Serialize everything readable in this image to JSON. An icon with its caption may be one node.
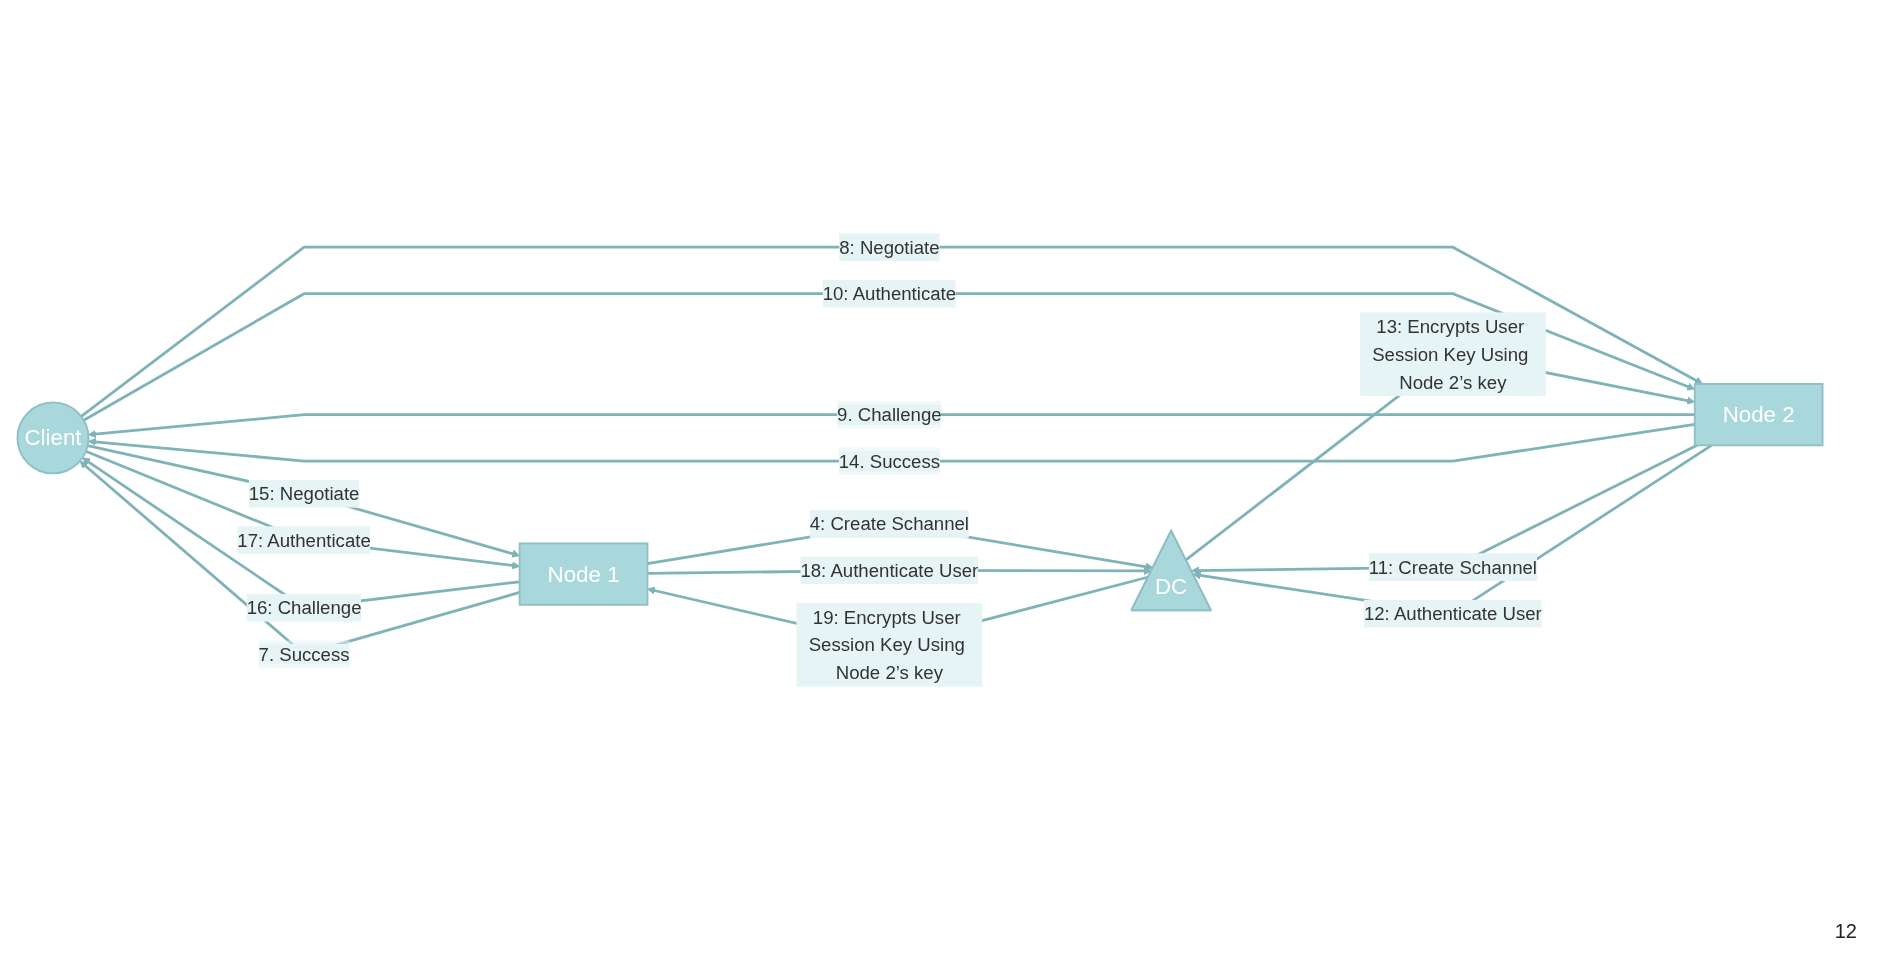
{
  "diagram": {
    "nodes": [
      {
        "text": [
          "Client"
        ]
      },
      {
        "text": [
          "Node 1"
        ]
      },
      {
        "text": [
          "Node 2"
        ]
      },
      {
        "text": [
          "DC"
        ]
      }
    ],
    "edges": [
      {
        "from": 0,
        "to": 1,
        "arrow": "to",
        "label": "15: Negotiate"
      },
      {
        "from": 1,
        "to": 0,
        "arrow": "to",
        "label": "16: Challenge"
      },
      {
        "from": 0,
        "to": 1,
        "arrow": "to",
        "label": "17: Authenticate"
      },
      {
        "from": 1,
        "to": 0,
        "arrow": "to",
        "label": "7. Success"
      },
      {
        "from": 1,
        "to": 3,
        "arrow": "to",
        "label": "4:  Create Schannel"
      },
      {
        "from": 1,
        "to": 3,
        "arrow": "to",
        "label": "18: Authenticate User"
      },
      {
        "from": 3,
        "to": 1,
        "arrow": "to",
        "label": "19: Encrypts User Session Key Using Node 2’s key"
      },
      {
        "from": 0,
        "to": 2,
        "arrow": "to",
        "label": "8: Negotiate"
      },
      {
        "from": 2,
        "to": 0,
        "arrow": "to",
        "label": "9. Challenge"
      },
      {
        "from": 0,
        "to": 2,
        "arrow": "to",
        "label": "10: Authenticate"
      },
      {
        "from": 2,
        "to": 0,
        "arrow": "to",
        "label": "14. Success"
      },
      {
        "from": 2,
        "to": 3,
        "arrow": "to",
        "label": "11: Create Schannel"
      },
      {
        "from": 2,
        "to": 3,
        "arrow": "to",
        "label": "12: Authenticate User"
      },
      {
        "from": 3,
        "to": 2,
        "arrow": "to",
        "label": "13: Encrypts User Session Key Using Node 2’s key"
      }
    ],
    "labels": [
      "12"
    ]
  }
}
